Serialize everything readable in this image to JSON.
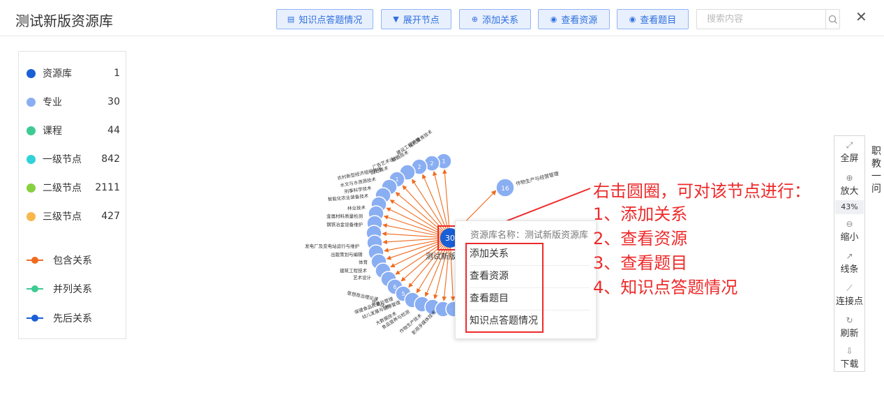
{
  "header": {
    "title": "测试新版资源库",
    "buttons": [
      {
        "label": "知识点答题情况",
        "icon": "document-icon",
        "glyph": "▤"
      },
      {
        "label": "展开节点",
        "icon": "caret-down-icon",
        "glyph": "▼"
      },
      {
        "label": "添加关系",
        "icon": "plus-circle-icon",
        "glyph": "⊕"
      },
      {
        "label": "查看资源",
        "icon": "eye-icon",
        "glyph": "◉"
      },
      {
        "label": "查看题目",
        "icon": "eye-icon",
        "glyph": "◉"
      }
    ],
    "search_placeholder": "搜索内容",
    "close_glyph": "✕"
  },
  "legend": {
    "nodes": [
      {
        "label": "资源库",
        "count": "1",
        "color": "#1a5fd6"
      },
      {
        "label": "专业",
        "count": "30",
        "color": "#8aaef2"
      },
      {
        "label": "课程",
        "count": "44",
        "color": "#3ecb93"
      },
      {
        "label": "一级节点",
        "count": "842",
        "color": "#2fd3d8"
      },
      {
        "label": "二级节点",
        "count": "2111",
        "color": "#88d040"
      },
      {
        "label": "三级节点",
        "count": "427",
        "color": "#f8b84a"
      }
    ],
    "relations": [
      {
        "label": "包含关系",
        "color": "#f06b1e"
      },
      {
        "label": "并列关系",
        "color": "#3ecb93"
      },
      {
        "label": "先后关系",
        "color": "#1a5fd6"
      }
    ]
  },
  "graph": {
    "center_count": "30",
    "center_label": "测试新版",
    "outlier_count": "16",
    "outlier_label": "作物生产与经营管理",
    "node_counts": {
      "n1": "1",
      "n2": "2",
      "n3": "2",
      "n4": "1",
      "n5": "1",
      "n6": "6",
      "n7": "5"
    },
    "labels": [
      "现代教育技术",
      "建设工程管理",
      "酿酒技术",
      "广告艺术设计",
      "园艺技术",
      "农村新型经济组织管理",
      "水文与水资源技术",
      "刑事科学技术",
      "智能化农业装备技术",
      "林业技术",
      "金属材料质量检测",
      "钢铁冶金设备维护",
      "发电厂及变电站运行与维护",
      "出版策划与编辑",
      "体育",
      "建筑工程技术",
      "艺术设计",
      "思想政治理论课",
      "信息技术",
      "保健食品质量与管理",
      "幼儿发展与健康管理",
      "大数据技术",
      "食品营养与检测",
      "作物生产技术",
      "影视多媒体技术"
    ]
  },
  "context_menu": {
    "title": "资源库名称：测试新版资源库",
    "items": [
      "添加关系",
      "查看资源",
      "查看题目",
      "知识点答题情况"
    ]
  },
  "annotation": {
    "lines": [
      "右击圆圈，可对该节点进行：",
      "1、添加关系",
      "2、查看资源",
      "3、查看题目",
      "4、知识点答题情况"
    ],
    "color": "#ee2a2a"
  },
  "toolbox": {
    "items": [
      {
        "label": "全屏",
        "icon": "fullscreen-icon",
        "glyph": "⤢"
      },
      {
        "label": "放大",
        "icon": "zoom-in-icon",
        "glyph": "⊕"
      },
      {
        "label": "缩小",
        "icon": "zoom-out-icon",
        "glyph": "⊖"
      },
      {
        "label": "线条",
        "icon": "line-icon",
        "glyph": "↗"
      },
      {
        "label": "连接点",
        "icon": "connector-icon",
        "glyph": "⟋"
      },
      {
        "label": "刷新",
        "icon": "refresh-icon",
        "glyph": "↻"
      },
      {
        "label": "下载",
        "icon": "download-icon",
        "glyph": "⇩"
      }
    ],
    "zoom": "43%"
  },
  "side_tab": [
    "职",
    "教",
    "一",
    "问"
  ]
}
